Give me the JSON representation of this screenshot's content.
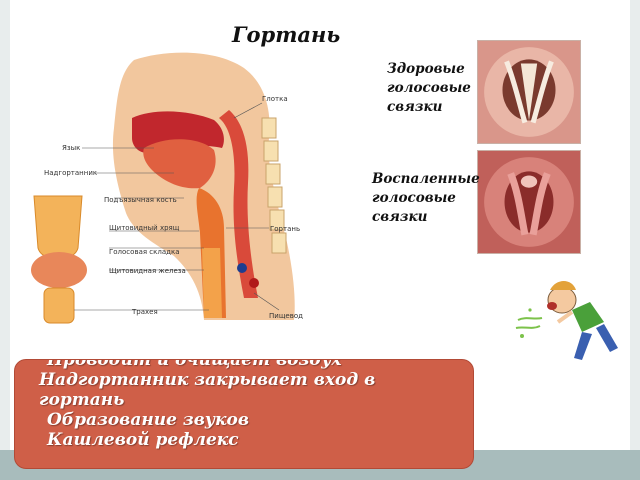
{
  "slide": {
    "title": "Гортань"
  },
  "anatomy_labels": {
    "throat": "Глотка",
    "tongue": "Язык",
    "epiglottis": "Надгортанник",
    "hyoid": "Подъязычная кость",
    "thyroid_cartilage": "Щитовидный хрящ",
    "vocal_fold": "Голосовая складка",
    "thyroid_gland": "Щитовидная железа",
    "trachea": "Трахея",
    "larynx": "Гортань",
    "esophagus": "Пищевод"
  },
  "captions": {
    "healthy": "Здоровые голосовые связки",
    "inflamed": "Воспаленные голосовые связки"
  },
  "functions": [
    "Проводит и очищает воздух",
    "Надгортанник закрывает вход в гортань",
    "Образование звуков",
    "Кашлевой рефлекс"
  ],
  "colors": {
    "info_box": "#cf5f48",
    "bottom_band": "#a8bcbc"
  }
}
